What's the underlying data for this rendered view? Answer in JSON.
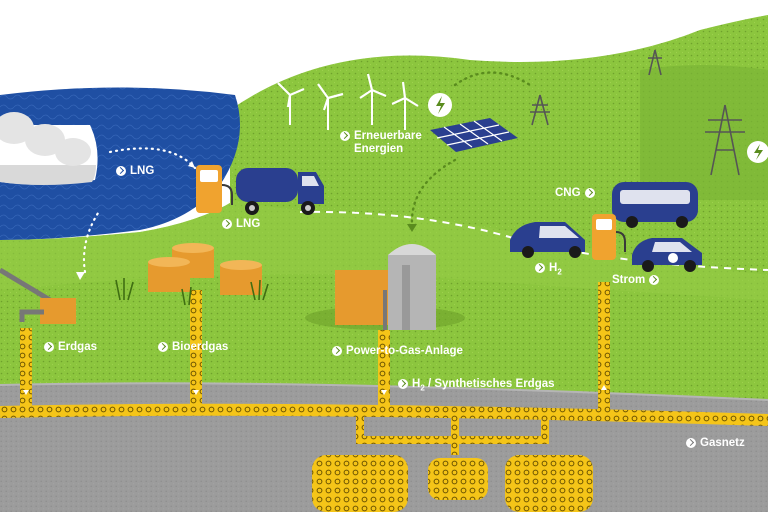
{
  "labels": {
    "lng_ship": "LNG",
    "lng_truck": "LNG",
    "renewables_line1": "Erneuerbare",
    "renewables_line2": "Energien",
    "cng": "CNG",
    "h2": "H",
    "h2_sub": "2",
    "strom": "Strom",
    "erdgas": "Erdgas",
    "bioerdgas": "Bioerdgas",
    "power_to_gas": "Power-to-Gas-Anlage",
    "h2_synth_prefix": "H",
    "h2_synth_sub": "2",
    "h2_synth_suffix": " / Synthetisches Erdgas",
    "gasnetz": "Gasnetz"
  },
  "colors": {
    "sea": "#1f4fa3",
    "grass": "#8cc63e",
    "grass_dark": "#5a8c1e",
    "ground": "#9c9c9c",
    "pipe": "#f5c518",
    "vehicle_blue": "#2a3f8f",
    "tank_orange": "#e69a2e",
    "sky": "#ffffff"
  },
  "icons": [
    "lng-ship-icon",
    "fuel-pump-icon",
    "lng-truck-icon",
    "wind-turbine-icon",
    "solar-panel-icon",
    "power-pylon-icon",
    "lightning-icon",
    "bus-icon",
    "car-icon",
    "biogas-tank-icon",
    "power-to-gas-plant-icon",
    "gas-storage-icon"
  ]
}
